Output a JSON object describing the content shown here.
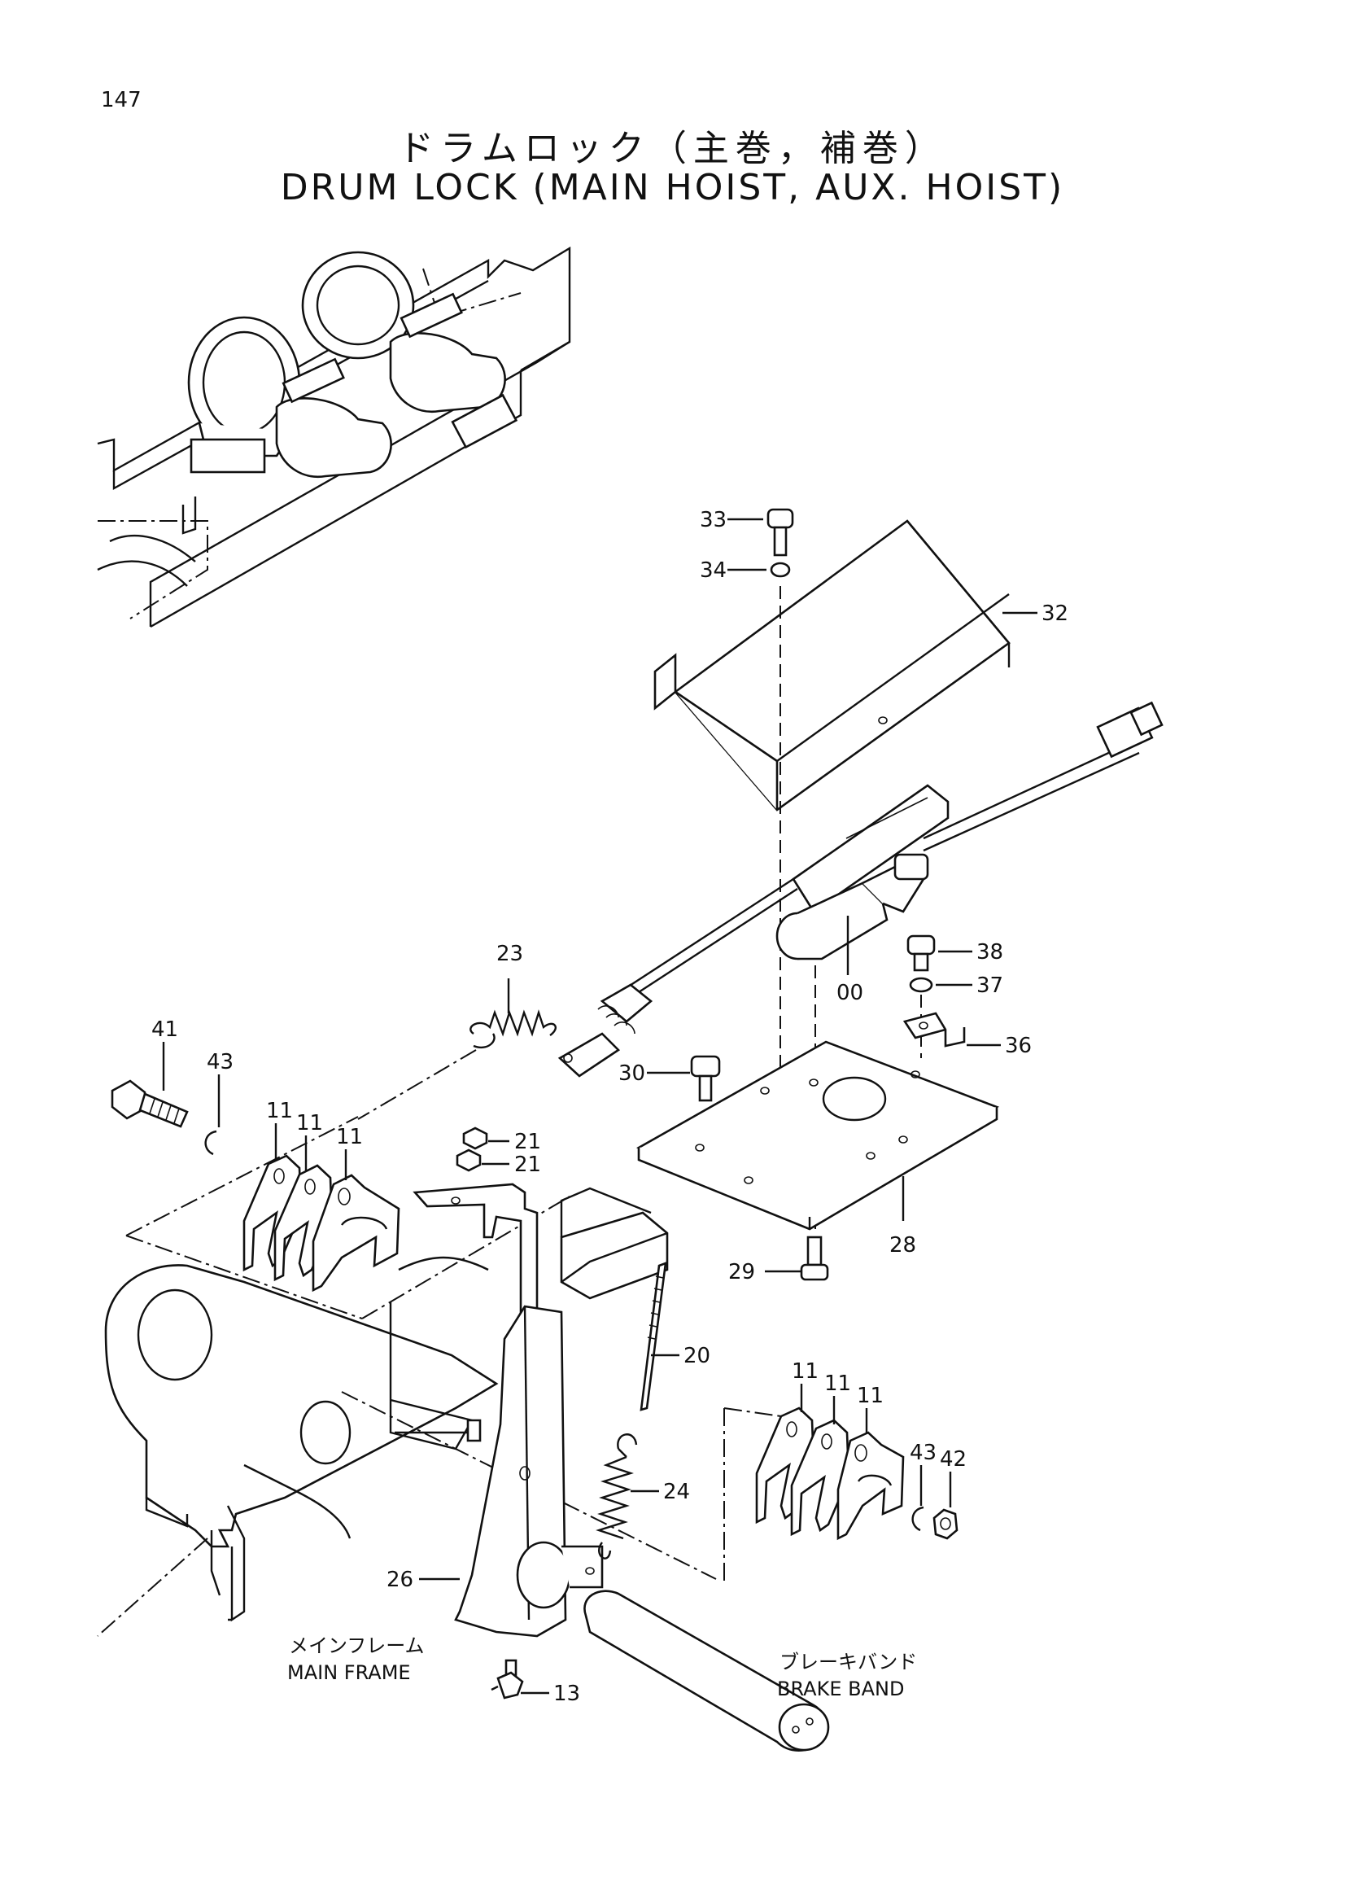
{
  "page": {
    "number": "147"
  },
  "title": {
    "japanese": "ドラムロック（主巻，補巻）",
    "english": "DRUM LOCK (MAIN HOIST, AUX. HOIST)"
  },
  "callouts": {
    "p33": "33",
    "p34": "34",
    "p32": "32",
    "p38": "38",
    "p37": "37",
    "p00": "00",
    "p36": "36",
    "p23": "23",
    "p41": "41",
    "p43a": "43",
    "p11a": "11",
    "p11b": "11",
    "p11c": "11",
    "p30": "30",
    "p21a": "21",
    "p21b": "21",
    "p28": "28",
    "p29": "29",
    "p20": "20",
    "p11d": "11",
    "p11e": "11",
    "p11f": "11",
    "p43b": "43",
    "p42": "42",
    "p24": "24",
    "p26": "26",
    "p13": "13"
  },
  "captions": {
    "main_frame_jp": "メインフレーム",
    "main_frame_en": "MAIN FRAME",
    "brake_band_jp": "ブレーキバンド",
    "brake_band_en": "BRAKE BAND"
  }
}
